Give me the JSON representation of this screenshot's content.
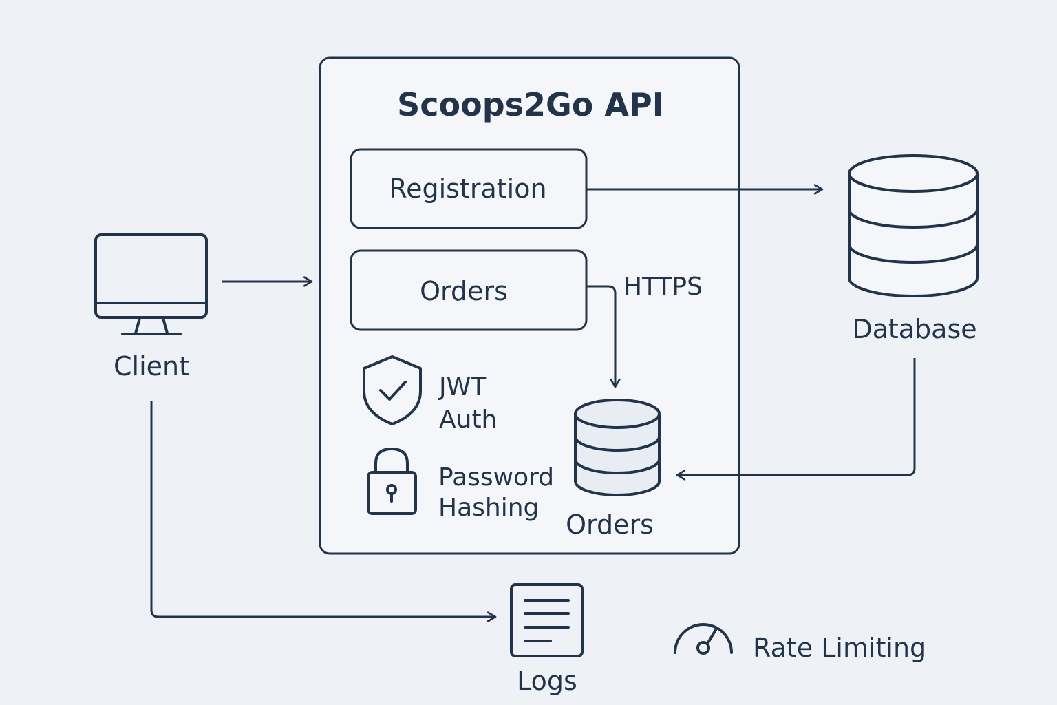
{
  "diagram": {
    "api_title": "Scoops2Go API",
    "registration_label": "Registration",
    "orders_box_label": "Orders",
    "https_label": "HTTPS",
    "jwt_line1": "JWT",
    "jwt_line2": "Auth",
    "password_line1": "Password",
    "password_line2": "Hashing",
    "orders_db_label": "Orders",
    "database_label": "Database",
    "client_label": "Client",
    "logs_label": "Logs",
    "rate_limiting_label": "Rate Limiting"
  },
  "icons": {
    "client": "monitor-icon",
    "database": "database-icon",
    "orders_db": "database-icon",
    "jwt": "shield-check-icon",
    "password": "lock-icon",
    "logs": "document-icon",
    "rate": "gauge-icon"
  },
  "colors": {
    "background": "#eef2f7",
    "stroke": "#23334a",
    "panel": "#f4f6fa",
    "db_fill": "#e8edf3"
  }
}
